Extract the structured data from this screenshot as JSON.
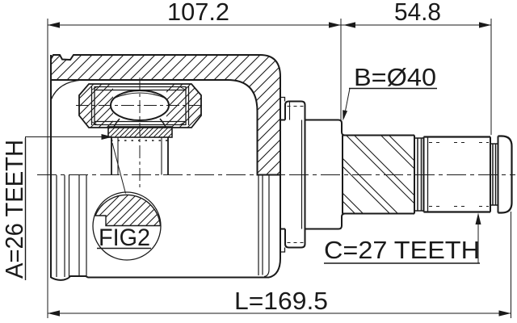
{
  "drawing": {
    "background": "#ffffff",
    "line_color": "#1a1a1a",
    "dimensions": {
      "housing_width": "107.2",
      "shaft_width": "54.8",
      "overall_length": "L=169.5"
    },
    "labels": {
      "spline_b": "B=Ø40",
      "spline_a": "A=26 TEETH",
      "spline_c": "C=27 TEETH",
      "detail_ref": "FIG2"
    }
  }
}
